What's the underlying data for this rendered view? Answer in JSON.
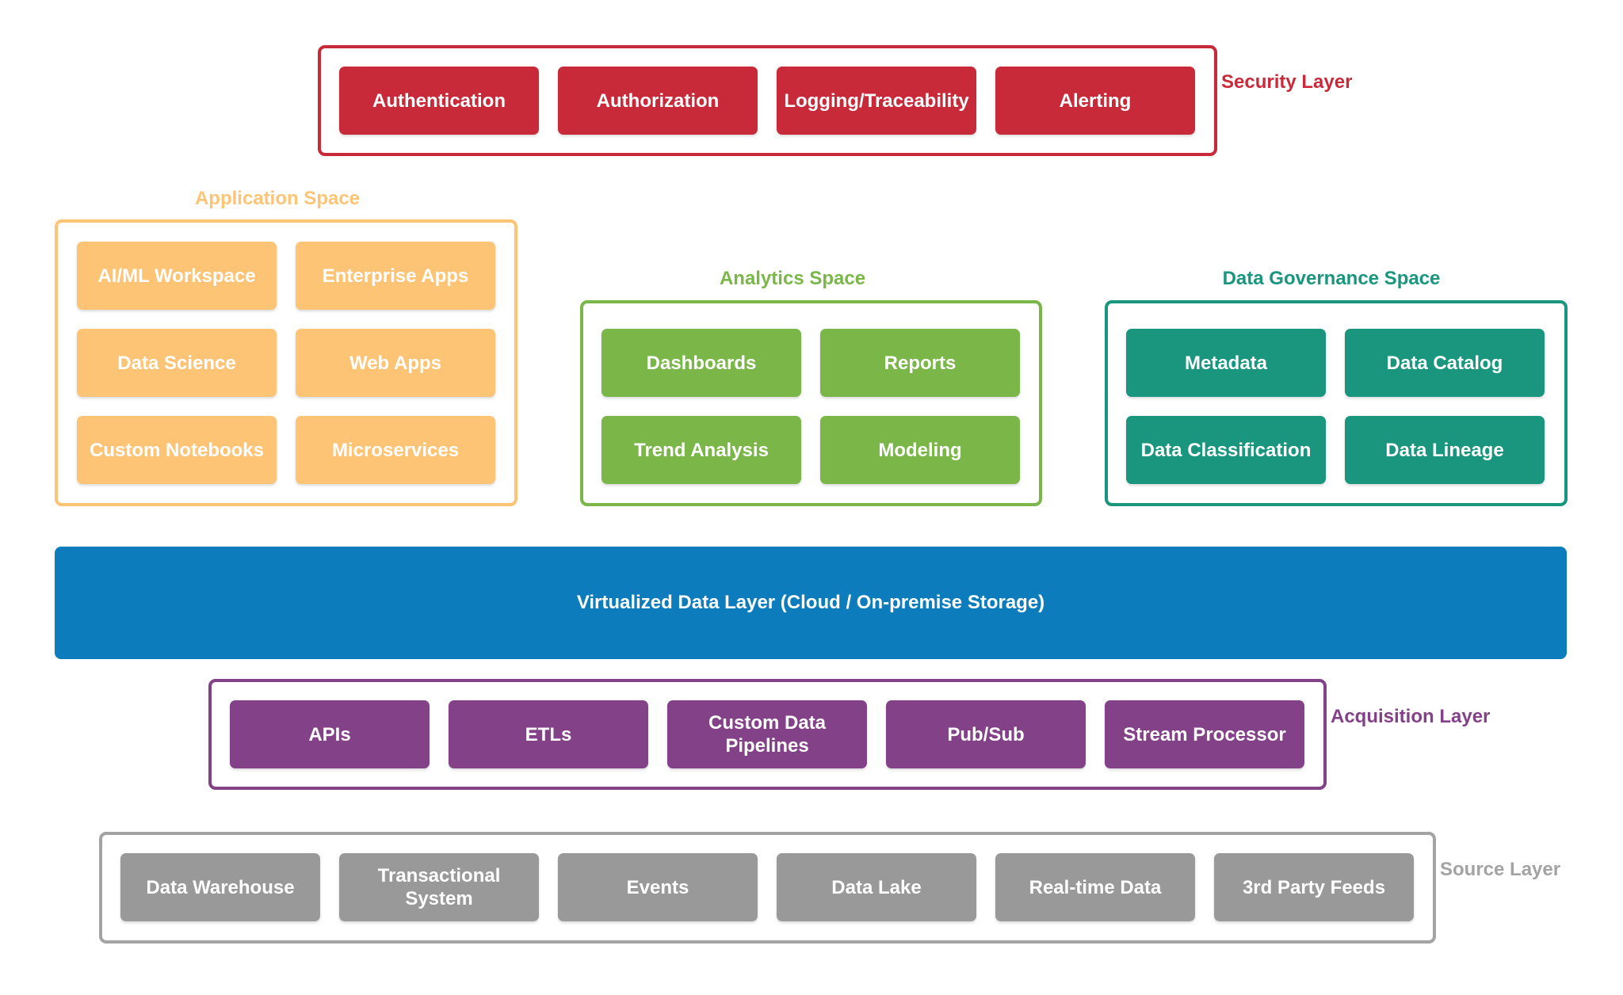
{
  "security": {
    "label": "Security Layer",
    "color": "#c92a39",
    "items": [
      "Authentication",
      "Authorization",
      "Logging/Traceability",
      "Alerting"
    ]
  },
  "application": {
    "label": "Application Space",
    "color": "#fec475",
    "items": [
      "AI/ML Workspace",
      "Enterprise Apps",
      "Data Science",
      "Web Apps",
      "Custom Notebooks",
      "Microservices"
    ]
  },
  "analytics": {
    "label": "Analytics Space",
    "color": "#7ab648",
    "items": [
      "Dashboards",
      "Reports",
      "Trend Analysis",
      "Modeling"
    ]
  },
  "governance": {
    "label": "Data Governance Space",
    "color": "#19967d",
    "items": [
      "Metadata",
      "Data Catalog",
      "Data Classification",
      "Data Lineage"
    ]
  },
  "virtual_layer": {
    "label": "Virtualized Data Layer (Cloud / On-premise Storage)",
    "color": "#0c7cbd"
  },
  "acquisition": {
    "label": "Acquisition Layer",
    "color": "#834187",
    "items": [
      "APIs",
      "ETLs",
      "Custom Data Pipelines",
      "Pub/Sub",
      "Stream Processor"
    ]
  },
  "source": {
    "label": "Source Layer",
    "color": "#999999",
    "items": [
      "Data Warehouse",
      "Transactional System",
      "Events",
      "Data Lake",
      "Real-time Data",
      "3rd Party Feeds"
    ]
  }
}
